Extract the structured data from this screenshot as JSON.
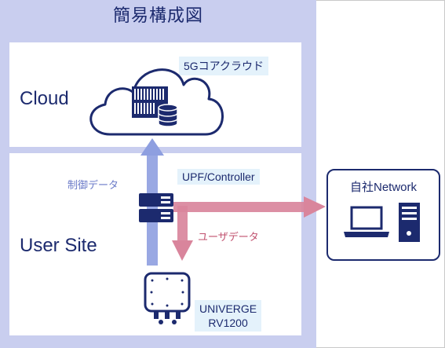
{
  "title": "簡易構成図",
  "zones": {
    "cloud_label": "Cloud",
    "user_site_label": "User Site"
  },
  "tags": {
    "cloud_5g": "5Gコアクラウド",
    "upf": "UPF/Controller",
    "univerge_line1": "UNIVERGE",
    "univerge_line2": "RV1200"
  },
  "flows": {
    "control_data": "制御データ",
    "user_data": "ユーザデータ",
    "control_color": "#8e9fe0",
    "user_color": "#d9859c"
  },
  "network": {
    "title": "自社Network"
  },
  "colors": {
    "navy": "#1c2a6e",
    "panel": "#c9ceef"
  },
  "icons": [
    "cloud-icon",
    "server-rack-icon",
    "database-icon",
    "network-switch-icon",
    "router-device-icon",
    "laptop-icon",
    "desktop-tower-icon"
  ]
}
